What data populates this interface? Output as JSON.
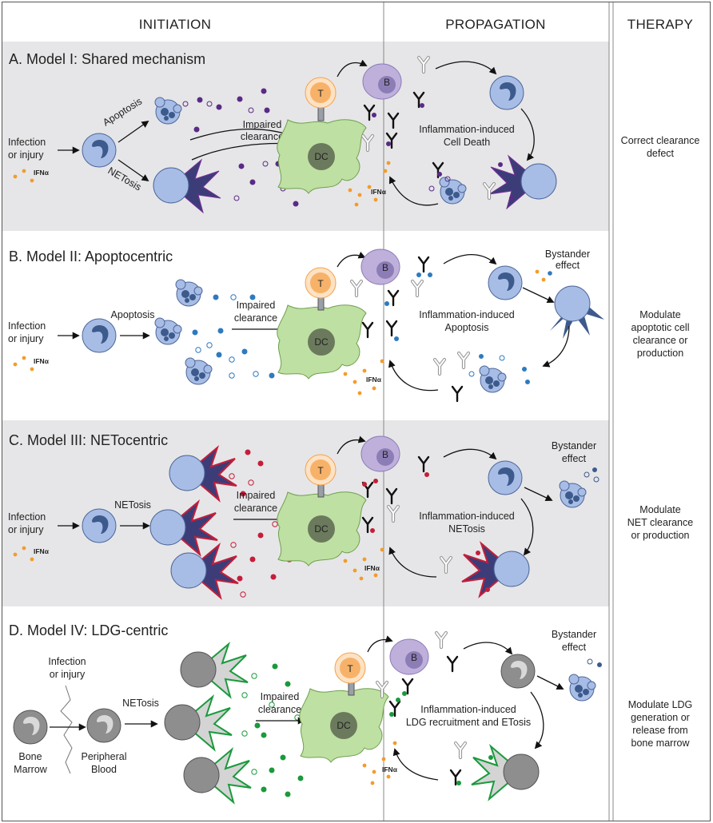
{
  "headers": {
    "initiation": "INITIATION",
    "propagation": "PROPAGATION",
    "therapy": "THERAPY"
  },
  "colors": {
    "band_gray": "#e6e6e8",
    "cell_blue": "#a7bde6",
    "nucleus_blue": "#3d5a8c",
    "dc_green": "#bfe0a3",
    "t_orange": "#f7b26a",
    "b_purple": "#bfb0db",
    "purple": "#5a2a86",
    "blue": "#2e7ac0",
    "red": "#c41e3a",
    "green": "#1a9a3c",
    "net_navy": "#3c3d78",
    "ldg_gray": "#8e8e8e",
    "ifn_orange": "#f39c2a"
  },
  "panels": [
    {
      "title": "A. Model I: Shared mechanism",
      "trigger": [
        "Infection",
        "or injury"
      ],
      "ifn": "IFNα",
      "death_top": "Apoptosis",
      "death_bottom": "NETosis",
      "clearance": [
        "Impaired",
        "clearance"
      ],
      "dc": "DC",
      "t": "T",
      "b": "B",
      "propagation": [
        "Inflammation-induced",
        "Cell Death"
      ],
      "ifn2": "IFNα",
      "therapy": [
        "Correct clearance",
        "defect"
      ]
    },
    {
      "title": "B. Model II: Apoptocentric",
      "trigger": [
        "Infection",
        "or injury"
      ],
      "ifn": "IFNα",
      "death": "Apoptosis",
      "clearance": [
        "Impaired",
        "clearance"
      ],
      "dc": "DC",
      "t": "T",
      "b": "B",
      "propagation": [
        "Inflammation-induced",
        "Apoptosis"
      ],
      "bystander": [
        "Bystander",
        "effect"
      ],
      "ifn2": "IFNα",
      "therapy": [
        "Modulate",
        "apoptotic cell",
        "clearance or",
        "production"
      ]
    },
    {
      "title": "C. Model III: NETocentric",
      "trigger": [
        "Infection",
        "or injury"
      ],
      "ifn": "IFNα",
      "death": "NETosis",
      "clearance": [
        "Impaired",
        "clearance"
      ],
      "dc": "DC",
      "t": "T",
      "b": "B",
      "propagation": [
        "Inflammation-induced",
        "NETosis"
      ],
      "bystander": [
        "Bystander",
        "effect"
      ],
      "ifn2": "IFNα",
      "therapy": [
        "Modulate",
        "NET clearance",
        "or production"
      ]
    },
    {
      "title": "D. Model IV: LDG-centric",
      "trigger": [
        "Infection",
        "or injury"
      ],
      "source": [
        "Bone",
        "Marrow"
      ],
      "blood": [
        "Peripheral",
        "Blood"
      ],
      "death": "NETosis",
      "clearance": [
        "Impaired",
        "clearance"
      ],
      "dc": "DC",
      "t": "T",
      "b": "B",
      "propagation": [
        "Inflammation-induced",
        "LDG recruitment and ETosis"
      ],
      "bystander": [
        "Bystander",
        "effect"
      ],
      "ifn2": "IFNα",
      "therapy": [
        "Modulate LDG",
        "generation or",
        "release from",
        "bone marrow"
      ]
    }
  ]
}
